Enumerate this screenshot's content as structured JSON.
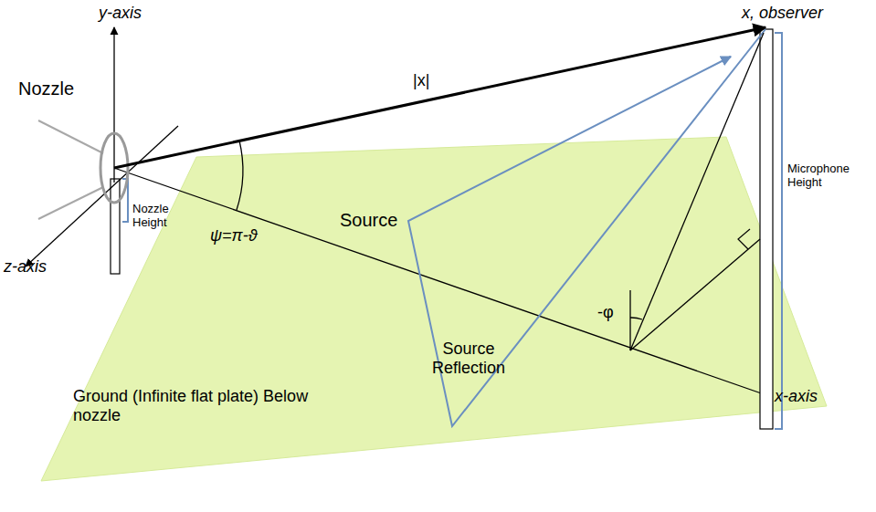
{
  "diagram": {
    "labels": [
      "y-axis",
      "x, observer",
      "Nozzle",
      "|x|",
      "ψ=π-ϑ",
      "Source",
      "Nozzle Height",
      "z-axis",
      "-φ",
      "Microphone Height",
      "Source Reflection",
      "Ground (Infinite flat plate) Below nozzle",
      "x-axis"
    ]
  }
}
